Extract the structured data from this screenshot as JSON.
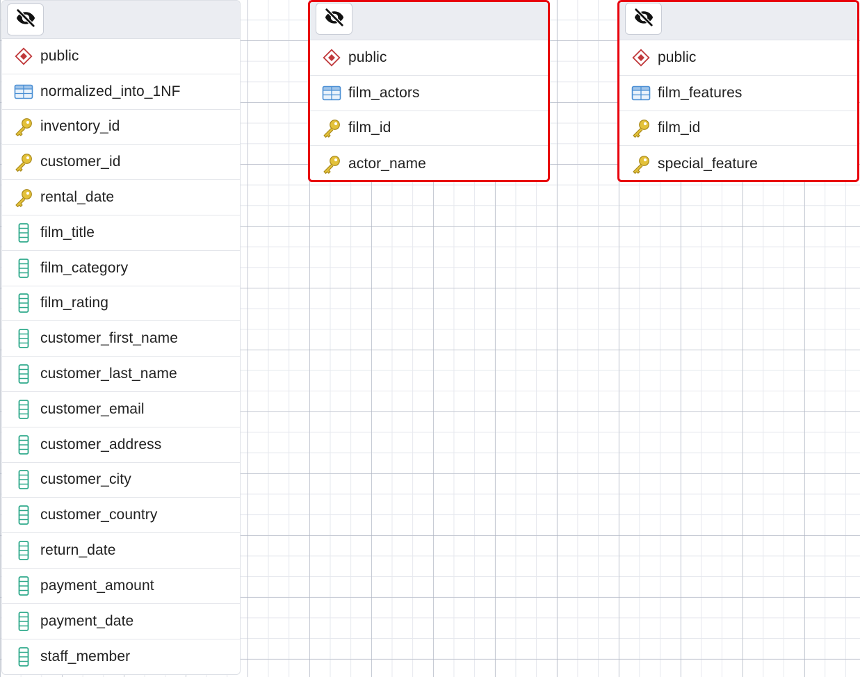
{
  "tables": [
    {
      "schema": "public",
      "name": "normalized_into_1NF",
      "selected": false,
      "columns": [
        {
          "name": "inventory_id",
          "icon": "key-icon"
        },
        {
          "name": "customer_id",
          "icon": "key-icon"
        },
        {
          "name": "rental_date",
          "icon": "key-icon"
        },
        {
          "name": "film_title",
          "icon": "column-icon"
        },
        {
          "name": "film_category",
          "icon": "column-icon"
        },
        {
          "name": "film_rating",
          "icon": "column-icon"
        },
        {
          "name": "customer_first_name",
          "icon": "column-icon"
        },
        {
          "name": "customer_last_name",
          "icon": "column-icon"
        },
        {
          "name": "customer_email",
          "icon": "column-icon"
        },
        {
          "name": "customer_address",
          "icon": "column-icon"
        },
        {
          "name": "customer_city",
          "icon": "column-icon"
        },
        {
          "name": "customer_country",
          "icon": "column-icon"
        },
        {
          "name": "return_date",
          "icon": "column-icon"
        },
        {
          "name": "payment_amount",
          "icon": "column-icon"
        },
        {
          "name": "payment_date",
          "icon": "column-icon"
        },
        {
          "name": "staff_member",
          "icon": "column-icon"
        }
      ]
    },
    {
      "schema": "public",
      "name": "film_actors",
      "selected": true,
      "columns": [
        {
          "name": "film_id",
          "icon": "key-icon"
        },
        {
          "name": "actor_name",
          "icon": "key-icon"
        }
      ]
    },
    {
      "schema": "public",
      "name": "film_features",
      "selected": true,
      "columns": [
        {
          "name": "film_id",
          "icon": "key-icon"
        },
        {
          "name": "special_feature",
          "icon": "key-icon"
        }
      ]
    }
  ],
  "colors": {
    "selection_border": "#e8000b",
    "schema_icon": "#c0393b",
    "table_icon": "#4a8fd4",
    "key_icon": "#e3c13a",
    "column_icon": "#2ea98b",
    "header_bg": "#ebedf2"
  }
}
